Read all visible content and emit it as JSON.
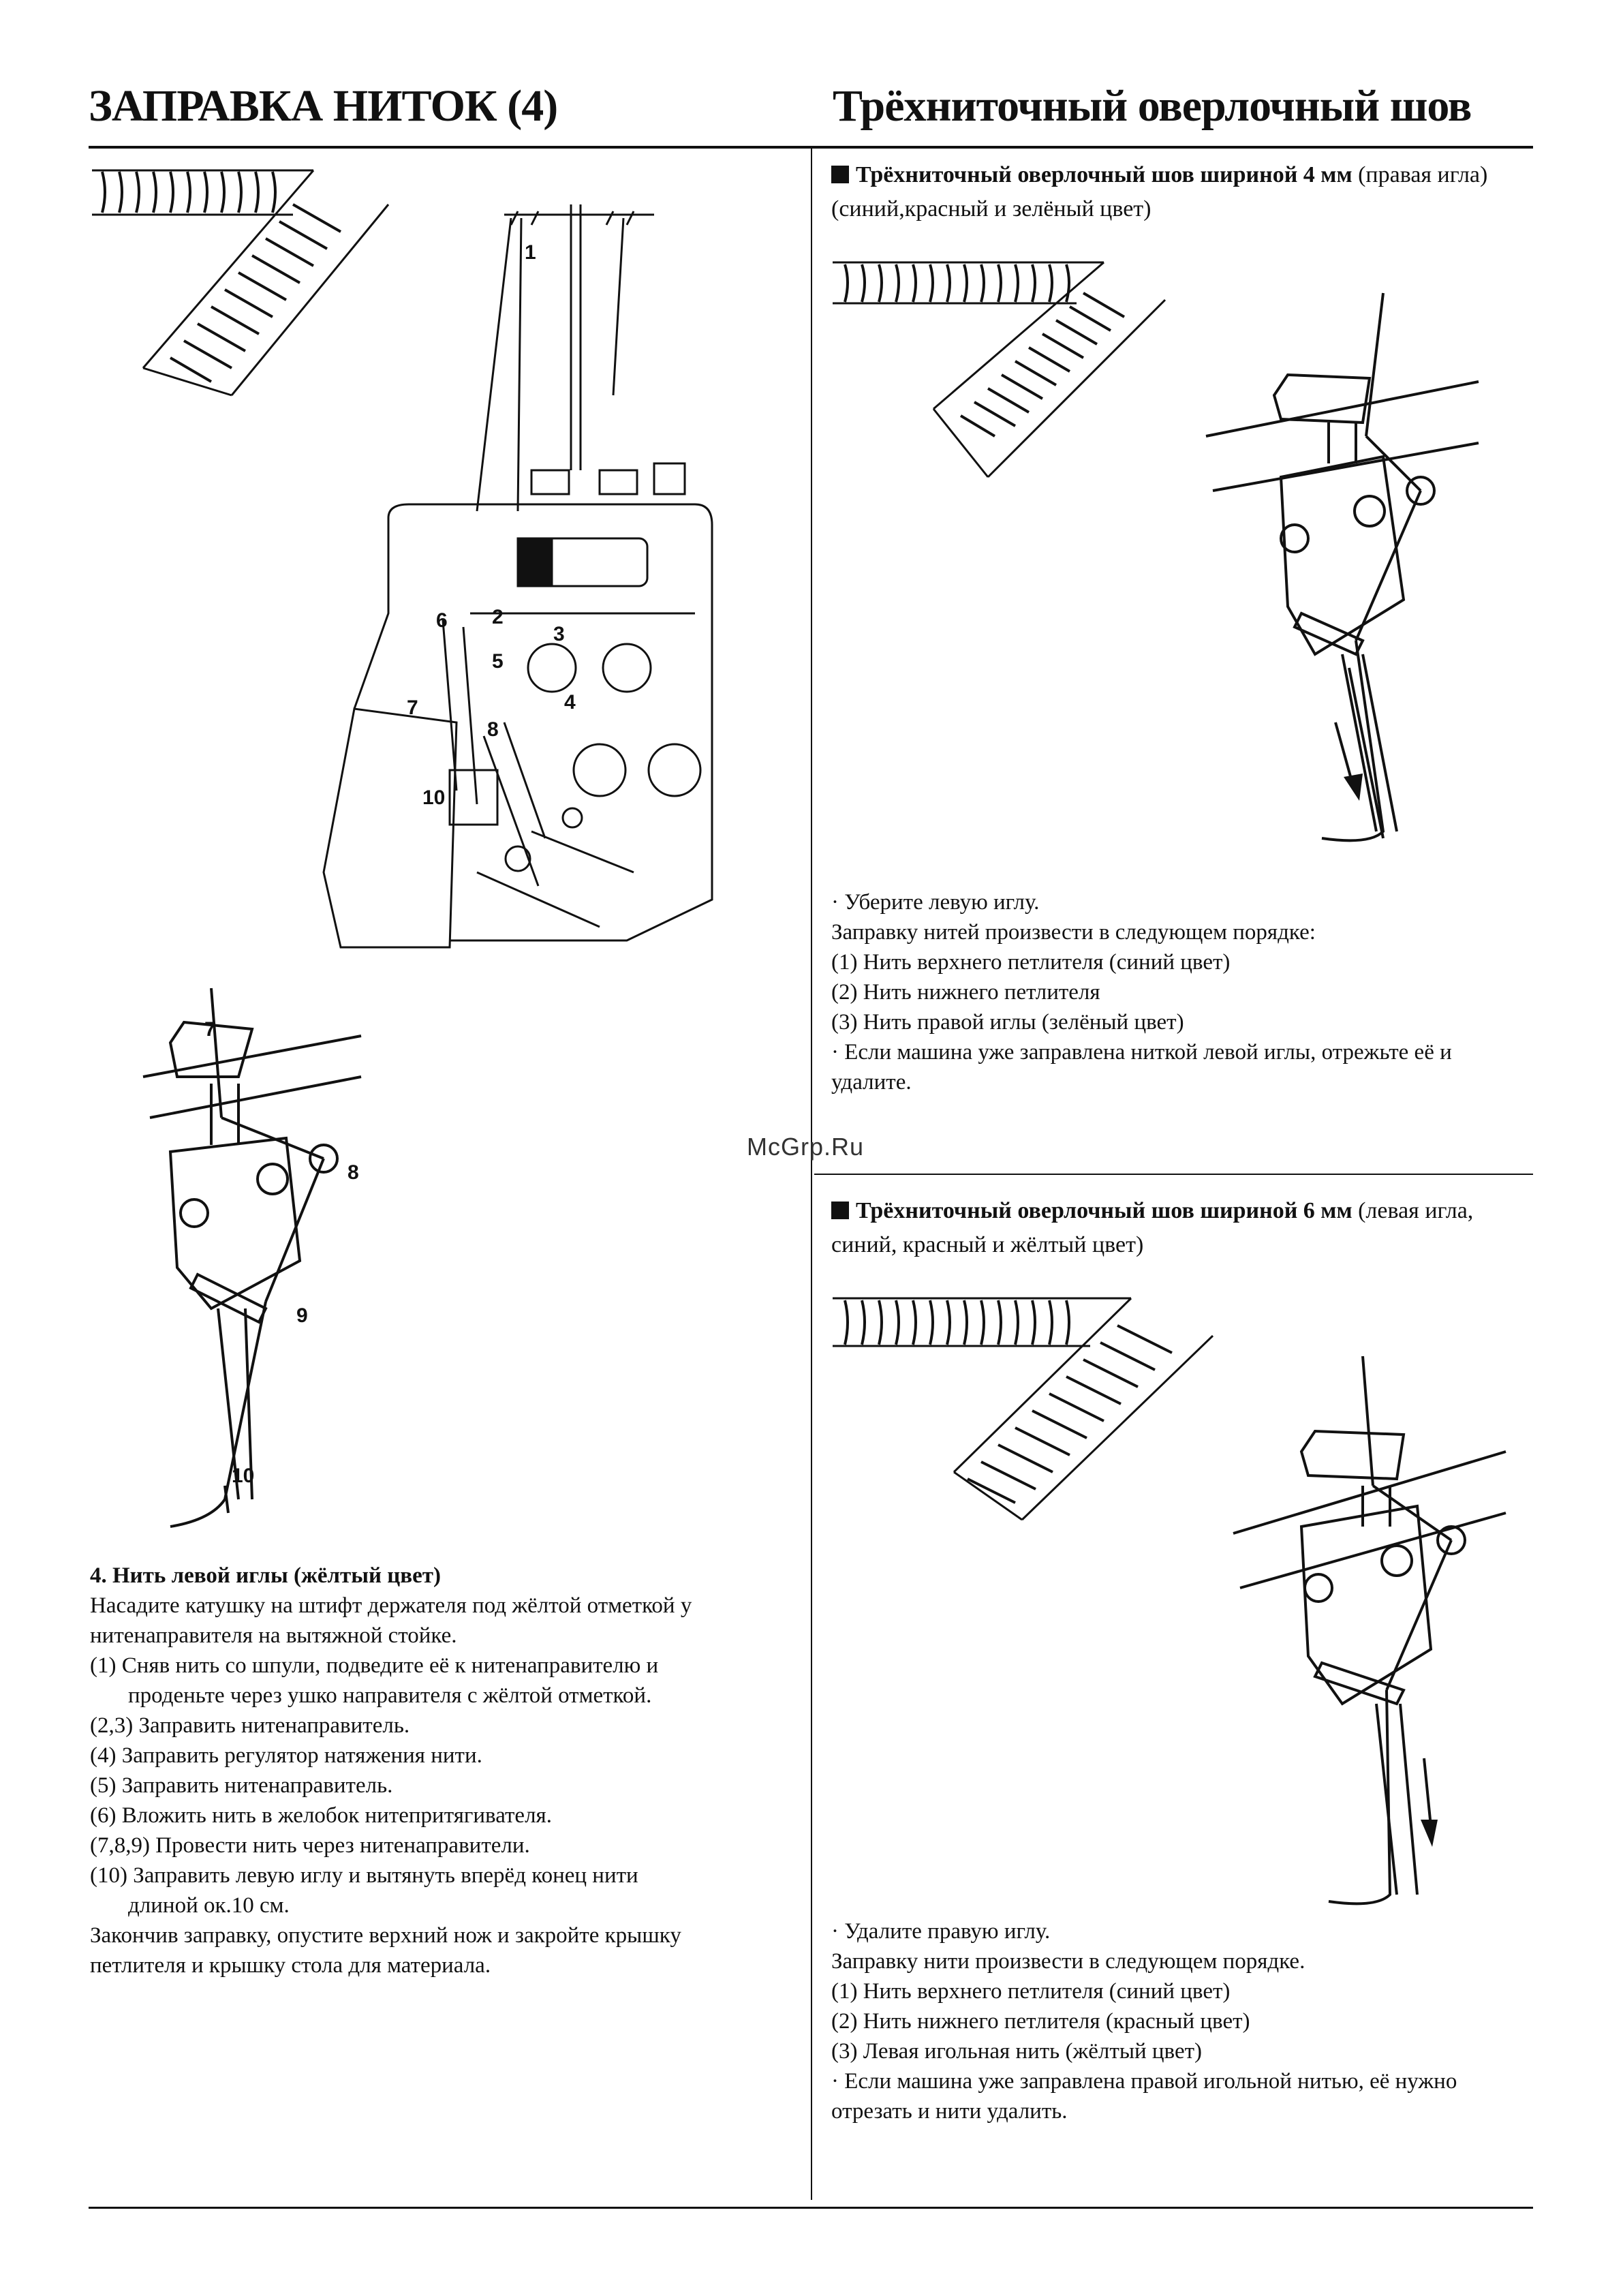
{
  "header": {
    "left_title": "ЗАПРАВКА НИТОК (4)",
    "right_title": "Трёхниточный оверлочный шов"
  },
  "left": {
    "machine_callouts": [
      "1",
      "2",
      "3",
      "4",
      "5",
      "6",
      "7",
      "8",
      "10"
    ],
    "needle_callouts": [
      "7",
      "8",
      "9",
      "10"
    ],
    "heading": "4. Нить левой иглы (жёлтый цвет)",
    "intro": [
      "Насадите катушку на штифт  держателя под жёлтой отметкой у",
      "нитенаправителя на вытяжной  стойке."
    ],
    "steps": [
      "(1) Сняв нить со шпули, подведите её к нитенаправителю и",
      "проденьте через ушко направителя с жёлтой отметкой.",
      "(2,3) Заправить нитенаправитель.",
      "(4) Заправить регулятор натяжения нити.",
      "(5) Заправить нитенаправитель.",
      "(6) Вложить  нить в желобок нитепритягивателя.",
      "(7,8,9) Провести нить через нитенаправители.",
      "(10) Заправить левую иглу и вытянуть вперёд конец нити",
      "длиной ок.10 см."
    ],
    "outro": [
      "Закончив заправку, опустите верхний нож и закройте  крышку",
      "петлителя и крышку стола для материала."
    ]
  },
  "right_top": {
    "heading_bold": "Трёхниточный оверлочный шов шириной 4 мм",
    "heading_rest": "(правая игла)",
    "heading_line2": "(синий,красный и зелёный цвет)",
    "lines": [
      "· Уберите левую иглу.",
      "Заправку нитей произвести в следующем порядке:",
      "(1) Нить верхнего петлителя (синий цвет)",
      "(2) Нить нижнего петлителя",
      "(3) Нить правой иглы  (зелёный цвет)",
      "· Если машина уже заправлена ниткой левой иглы, отрежьте её и",
      "удалите."
    ]
  },
  "watermark": "McGrp.Ru",
  "right_bottom": {
    "heading_bold": "Трёхниточный оверлочный шов шириной 6 мм",
    "heading_rest": "(левая игла,",
    "heading_line2": "синий, красный и жёлтый цвет)",
    "lines": [
      "· Удалите правую иглу.",
      "Заправку нити произвести в следующем порядке.",
      "(1) Нить верхнего петлителя (синий цвет)",
      "(2) Нить нижнего петлителя (красный цвет)",
      "(3) Левая игольная нить (жёлтый цвет)",
      "· Если машина уже заправлена правой игольной нитью, её нужно",
      "отрезать и нити удалить."
    ]
  }
}
